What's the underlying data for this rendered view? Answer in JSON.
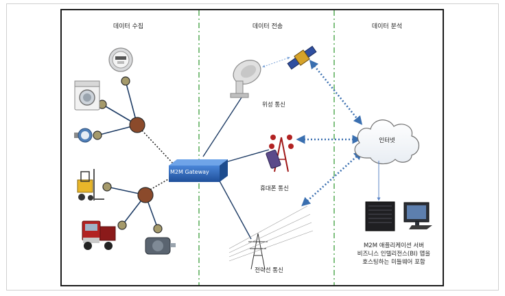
{
  "columns": {
    "collection": "데이터 수집",
    "transmission": "데이터 전송",
    "analysis": "데이터 분석"
  },
  "gateway": {
    "label": "M2M Gateway"
  },
  "transmission_labels": {
    "satellite": "위성 통신",
    "cellular": "휴대폰 통신",
    "powerline": "전력선 통신"
  },
  "internet": {
    "label": "인터넷"
  },
  "server": {
    "line1": "M2M 애플리케이션 서버",
    "line2": "비즈니스 인텔리전스(BI) 앱을",
    "line3": "호스팅하는 미들웨어 포함"
  },
  "colors": {
    "node_brown": "#8b4a2b",
    "node_olive": "#a59a6b",
    "tree_line": "#1d3b64",
    "dotted_link": "#3a6fb0",
    "divider": "#7fbf7f",
    "gateway_blue": "#2f63b8"
  },
  "icons": [
    "meter-icon",
    "washing-machine-icon",
    "water-meter-icon",
    "forklift-icon",
    "truck-icon",
    "motor-icon",
    "satellite-dish-icon",
    "satellite-icon",
    "cell-tower-icon",
    "power-tower-icon",
    "cloud-icon",
    "server-icon",
    "monitor-icon"
  ]
}
